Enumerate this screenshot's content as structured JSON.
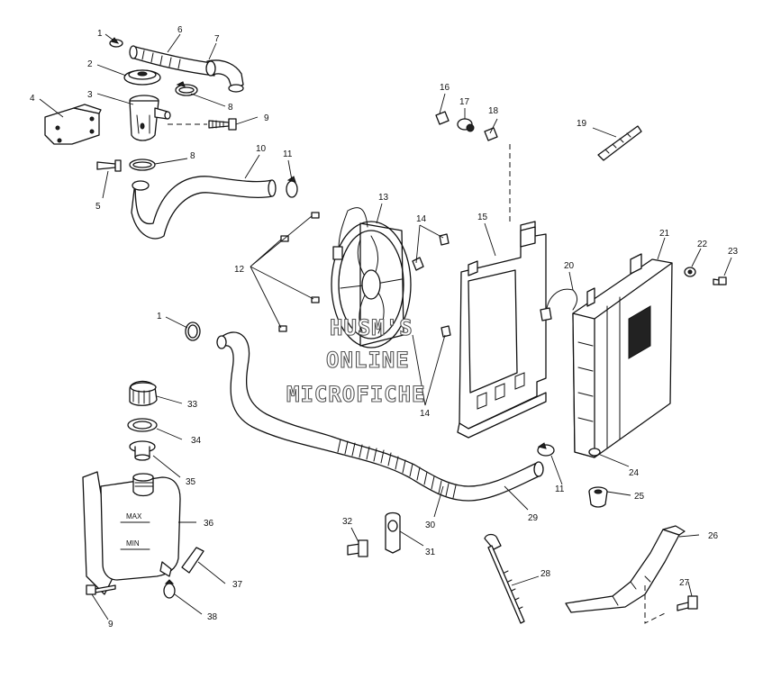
{
  "watermark": {
    "line1": "HUSM'S",
    "line2": "ONLINE",
    "line3": "MICROFICHE"
  },
  "tank_marks": {
    "max": "MAX",
    "min": "MIN"
  },
  "callouts": [
    {
      "id": "c1a",
      "text": "1"
    },
    {
      "id": "c2",
      "text": "2"
    },
    {
      "id": "c3",
      "text": "3"
    },
    {
      "id": "c4",
      "text": "4"
    },
    {
      "id": "c5",
      "text": "5"
    },
    {
      "id": "c6",
      "text": "6"
    },
    {
      "id": "c7",
      "text": "7"
    },
    {
      "id": "c8a",
      "text": "8"
    },
    {
      "id": "c8b",
      "text": "8"
    },
    {
      "id": "c9a",
      "text": "9"
    },
    {
      "id": "c10",
      "text": "10"
    },
    {
      "id": "c11a",
      "text": "11"
    },
    {
      "id": "c12",
      "text": "12"
    },
    {
      "id": "c13",
      "text": "13"
    },
    {
      "id": "c14a",
      "text": "14"
    },
    {
      "id": "c14b",
      "text": "14"
    },
    {
      "id": "c15",
      "text": "15"
    },
    {
      "id": "c16",
      "text": "16"
    },
    {
      "id": "c17",
      "text": "17"
    },
    {
      "id": "c18",
      "text": "18"
    },
    {
      "id": "c19",
      "text": "19"
    },
    {
      "id": "c20",
      "text": "20"
    },
    {
      "id": "c21",
      "text": "21"
    },
    {
      "id": "c22",
      "text": "22"
    },
    {
      "id": "c23",
      "text": "23"
    },
    {
      "id": "c1b",
      "text": "1"
    },
    {
      "id": "c33",
      "text": "33"
    },
    {
      "id": "c34",
      "text": "34"
    },
    {
      "id": "c35",
      "text": "35"
    },
    {
      "id": "c36",
      "text": "36"
    },
    {
      "id": "c37",
      "text": "37"
    },
    {
      "id": "c38",
      "text": "38"
    },
    {
      "id": "c9b",
      "text": "9"
    },
    {
      "id": "c32",
      "text": "32"
    },
    {
      "id": "c31",
      "text": "31"
    },
    {
      "id": "c30",
      "text": "30"
    },
    {
      "id": "c29",
      "text": "29"
    },
    {
      "id": "c11b",
      "text": "11"
    },
    {
      "id": "c24",
      "text": "24"
    },
    {
      "id": "c25",
      "text": "25"
    },
    {
      "id": "c26",
      "text": "26"
    },
    {
      "id": "c27",
      "text": "27"
    },
    {
      "id": "c28",
      "text": "28"
    }
  ]
}
